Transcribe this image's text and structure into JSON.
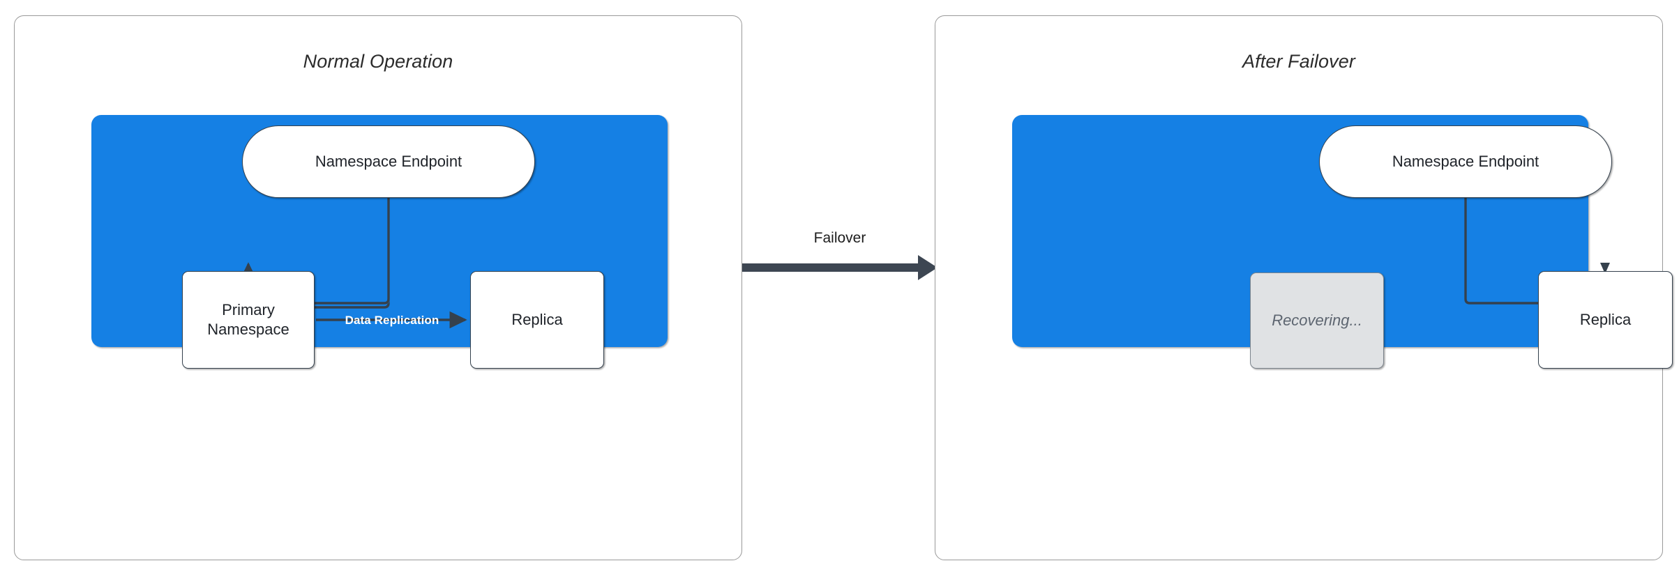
{
  "diagram": {
    "title_left": "Normal Operation",
    "title_right": "After Failover",
    "accent_blue": "#1580e4",
    "stroke_dark": "#35414d",
    "dim_fill": "#e0e2e4",
    "panel_border": "#999999"
  },
  "panel_left": {
    "title": "Normal Operation",
    "nodes": {
      "endpoint": "Namespace Endpoint",
      "primary": "Primary\nNamespace",
      "primary_line1": "Primary",
      "primary_line2": "Namespace",
      "replica": "Replica"
    },
    "edges": {
      "endpoint_to_primary": "",
      "data_replication": "Data Replication"
    }
  },
  "panel_right": {
    "title": "After Failover",
    "nodes": {
      "endpoint": "Namespace Endpoint",
      "recovering": "Recovering...",
      "replica": "Replica"
    },
    "edges": {
      "endpoint_to_replica": ""
    }
  },
  "transition": {
    "label": "Failover",
    "direction": "left-to-right"
  }
}
